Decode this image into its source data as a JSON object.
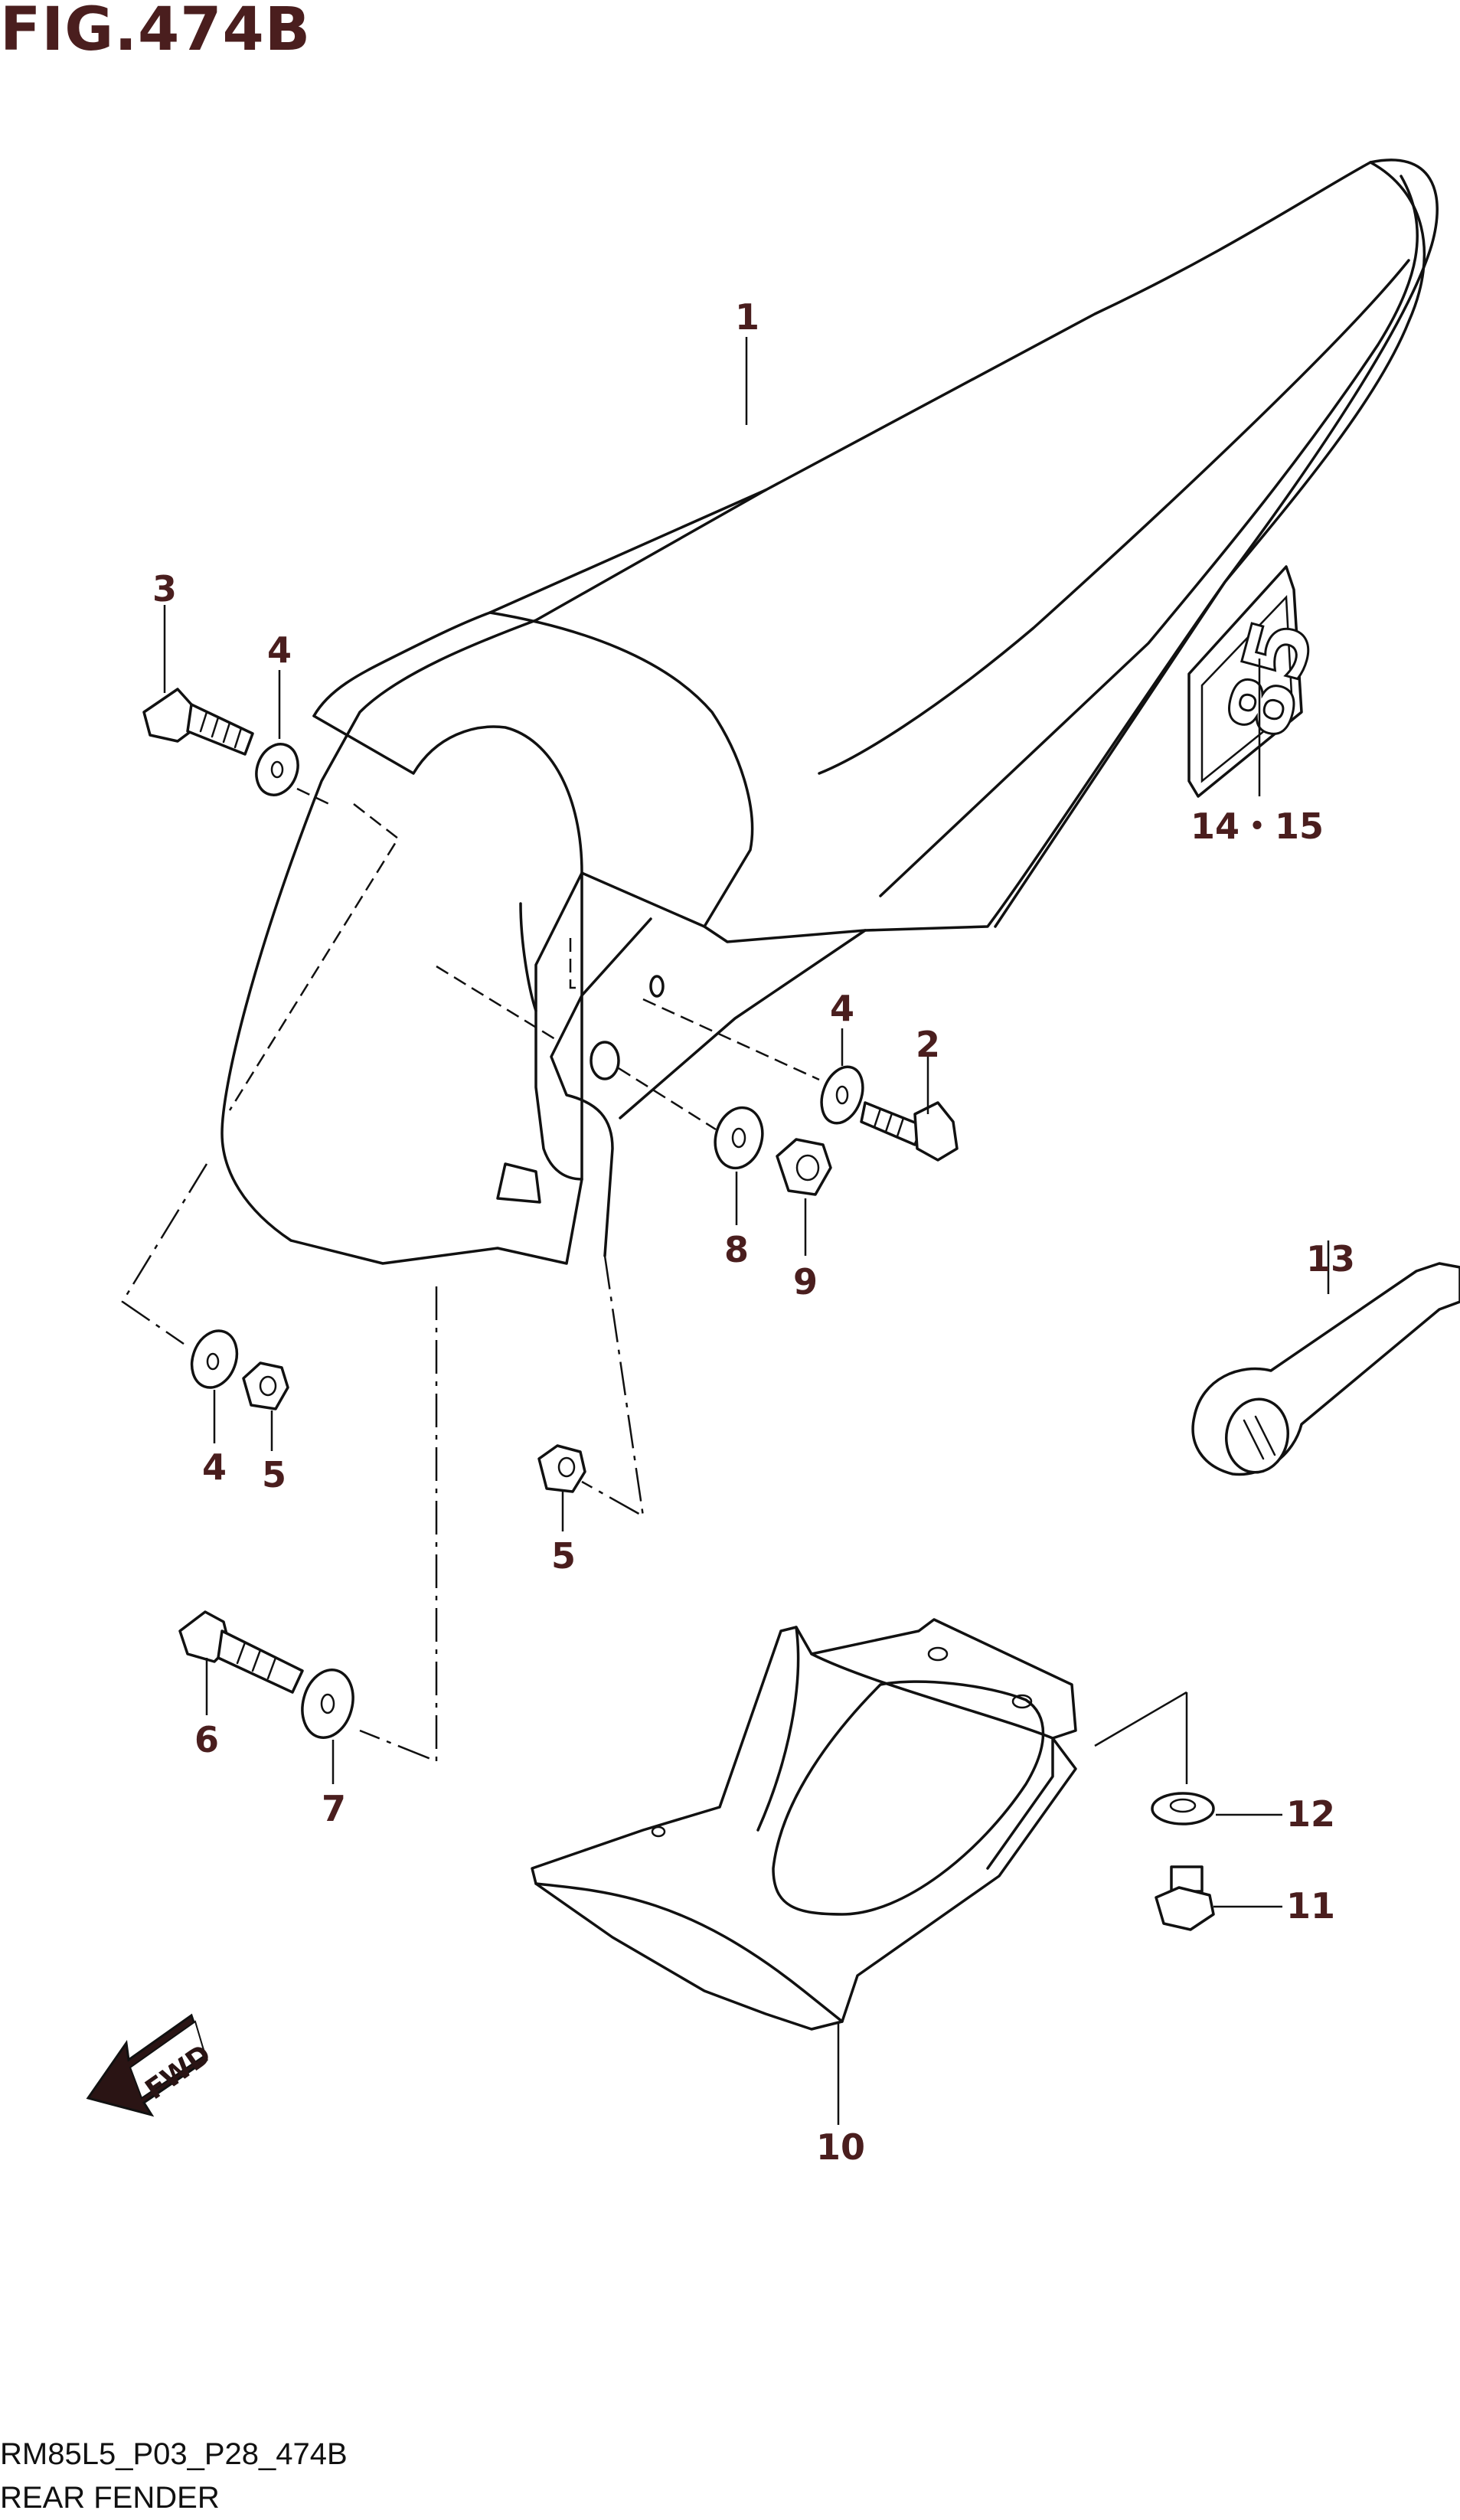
{
  "figure": {
    "title": "FIG.474B",
    "model_code": "RM85L5_P03_P28_474B",
    "part_name": "REAR FENDER"
  },
  "callouts": {
    "c1": "1",
    "c2": "2",
    "c3": "3",
    "c4a": "4",
    "c4b": "4",
    "c4c": "4",
    "c5a": "5",
    "c5b": "5",
    "c6": "6",
    "c7": "7",
    "c8": "8",
    "c9": "9",
    "c10": "10",
    "c11": "11",
    "c12": "12",
    "c13": "13",
    "c14_15": "14・15"
  },
  "badges": {
    "fwd": "FWD",
    "decal": "85"
  },
  "colors": {
    "title": "#4a1e1e",
    "line": "#111111",
    "background": "#ffffff"
  }
}
